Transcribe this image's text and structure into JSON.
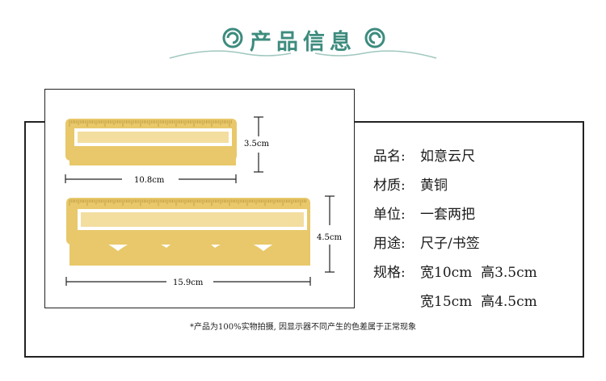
{
  "header": {
    "title": "产品信息"
  },
  "specs": [
    {
      "label": "品名:",
      "value": "如意云尺"
    },
    {
      "label": "材质:",
      "value": "黄铜"
    },
    {
      "label": "单位:",
      "value": "一套两把"
    },
    {
      "label": "用途:",
      "value": "尺子/书签"
    },
    {
      "label": "规格:",
      "value": "宽10cm  高3.5cm"
    }
  ],
  "spec_continuation": "宽15cm  高4.5cm",
  "dimensions": {
    "small_height": "3.5cm",
    "small_width": "10.8cm",
    "large_height": "4.5cm",
    "large_width": "15.9cm"
  },
  "disclaimer": "*产品为100%实物拍摄, 因显示器不同产生的色差属于正常现象",
  "colors": {
    "accent": "#3d8c7e",
    "brass": "#e8c86a",
    "brass_light": "#f3dea0",
    "frame": "#222222"
  }
}
